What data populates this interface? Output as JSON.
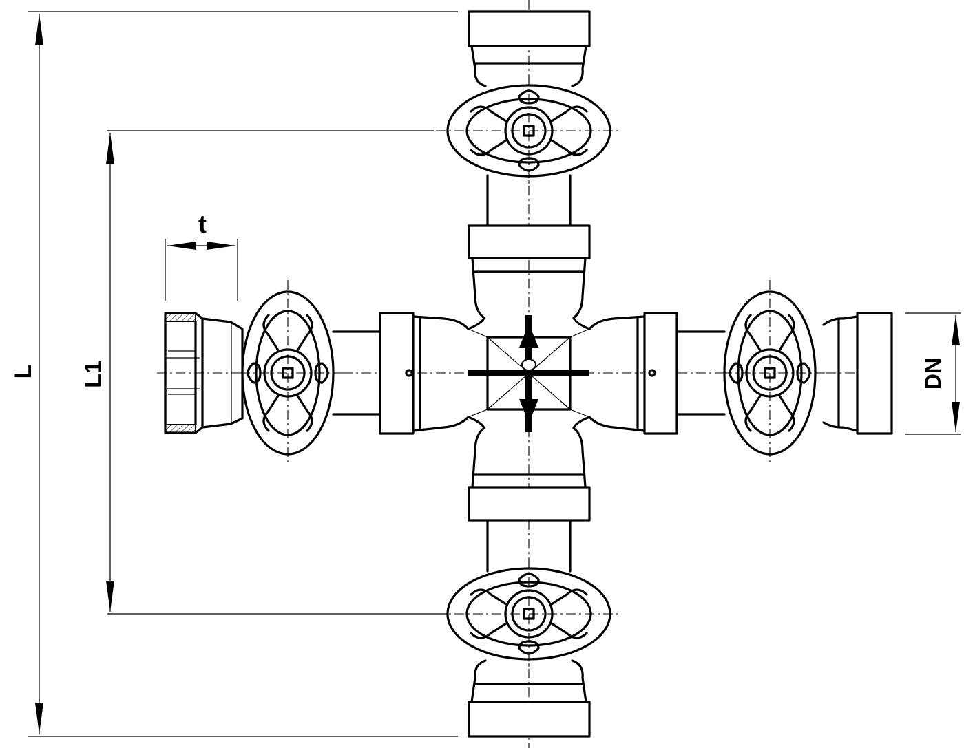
{
  "drawing": {
    "title": "",
    "dimensions": {
      "overall_length": "L",
      "valve_spacing": "L1",
      "thread_depth": "t",
      "nominal_diameter": "DN"
    },
    "parts": {
      "center_fitting": "cross-fitting",
      "valves": [
        "valve-top",
        "valve-bottom",
        "valve-left",
        "valve-right"
      ],
      "left_connector": "threaded-connector"
    }
  }
}
